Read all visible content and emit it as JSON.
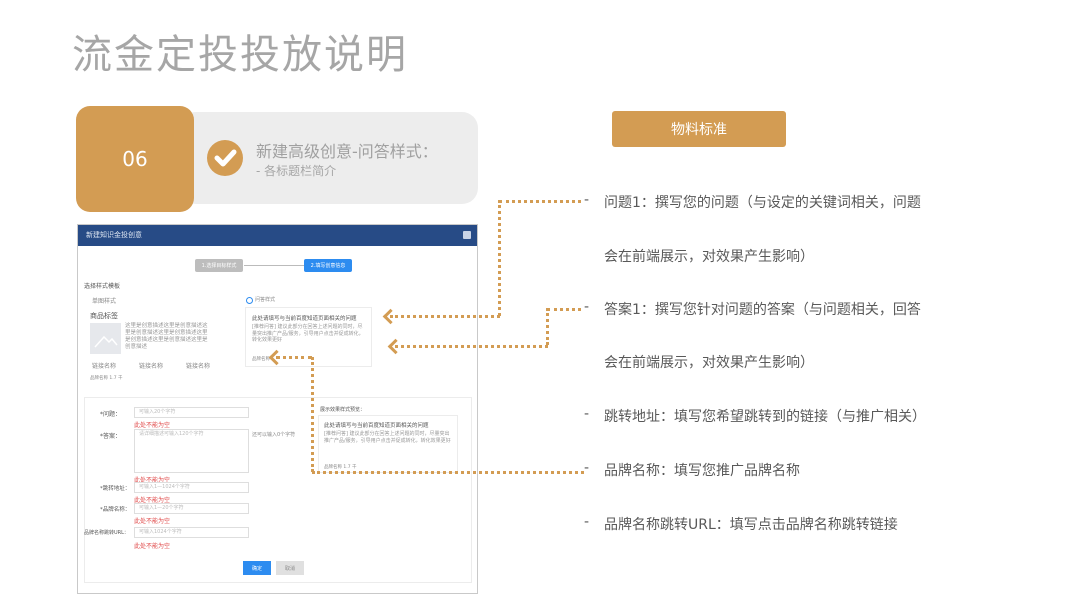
{
  "page": {
    "title": "流金定投投放说明"
  },
  "step": {
    "number": "06",
    "title": "新建高级创意-问答样式：",
    "subtitle": "-  各标题栏简介",
    "icon": "check-circle-icon"
  },
  "standards": {
    "button_label": "物料标准",
    "items": [
      {
        "dash": "-",
        "line1": "问题1：撰写您的问题（与设定的关键词相关，问题",
        "line2": "会在前端展示，对效果产生影响）"
      },
      {
        "dash": "-",
        "line1": "答案1：撰写您针对问题的答案（与问题相关，回答",
        "line2": "会在前端展示，对效果产生影响）"
      },
      {
        "dash": "-",
        "line1": "跳转地址：填写您希望跳转到的链接（与推广相关）"
      },
      {
        "dash": "-",
        "line1": "品牌名称：填写您推广品牌名称"
      },
      {
        "dash": "-",
        "line1": "品牌名称跳转URL：填写点击品牌名称跳转链接"
      }
    ]
  },
  "dialog": {
    "title": "新建知识金投创意",
    "close_icon": "close-icon",
    "steps": [
      "1.选择目标样式",
      "2.填写创意信息"
    ],
    "section_label": "选择样式模板",
    "style_option_a": {
      "label": "单图样式",
      "card_title": "商品标签",
      "card_desc": "这里是创意描述这里是创意描述这里是创意描述这里是创意描述这里是创意描述这里是创意描述这里是创意描述",
      "links": [
        "链接名称",
        "链接名称",
        "链接名称"
      ],
      "footer": "品牌名称    1.7 千"
    },
    "style_option_b": {
      "label": "问答样式",
      "question": "此处请填写与当前百度知道页面相关的问题",
      "answer": "[推荐问答] 建议此部分在回答上述问题的同时，尽量突出推广产品/服务，引导用户点击并促成转化，转化效果更好",
      "footer": "品牌名称"
    },
    "form": {
      "fields": [
        {
          "label": "*问题：",
          "placeholder": "可输入20个字符",
          "error": "此处不能为空"
        },
        {
          "label": "*答案：",
          "placeholder": "请详细描述可输入120个字符",
          "error": "此处不能为空",
          "hint": "还可以输入0个字符"
        },
        {
          "label": "*跳转地址：",
          "placeholder": "可输入1—1024个字符",
          "error": "此处不能为空"
        },
        {
          "label": "*品牌名称：",
          "placeholder": "可输入1—20个字符",
          "error": "此处不能为空"
        },
        {
          "label": "品牌名称跳转URL：",
          "placeholder": "可输入1024个字符",
          "error": "此处不能为空"
        }
      ]
    },
    "preview": {
      "label": "展示效果样式预览：",
      "question": "此处请填写与当前百度知道页面相关的问题",
      "answer": "[推荐问答] 建议此部分在回答上述问题的同时，尽量突出推广产品/服务，引导用户点击并促成转化，转化效果更好",
      "footer": "品牌名称    1.7 千"
    },
    "buttons": {
      "confirm": "确定",
      "cancel": "取消"
    }
  },
  "colors": {
    "accent": "#d39c53",
    "title_gray": "#a6a6a6",
    "dialog_header": "#274b86",
    "primary_blue": "#2d8cf0",
    "error_red": "#e04848"
  }
}
